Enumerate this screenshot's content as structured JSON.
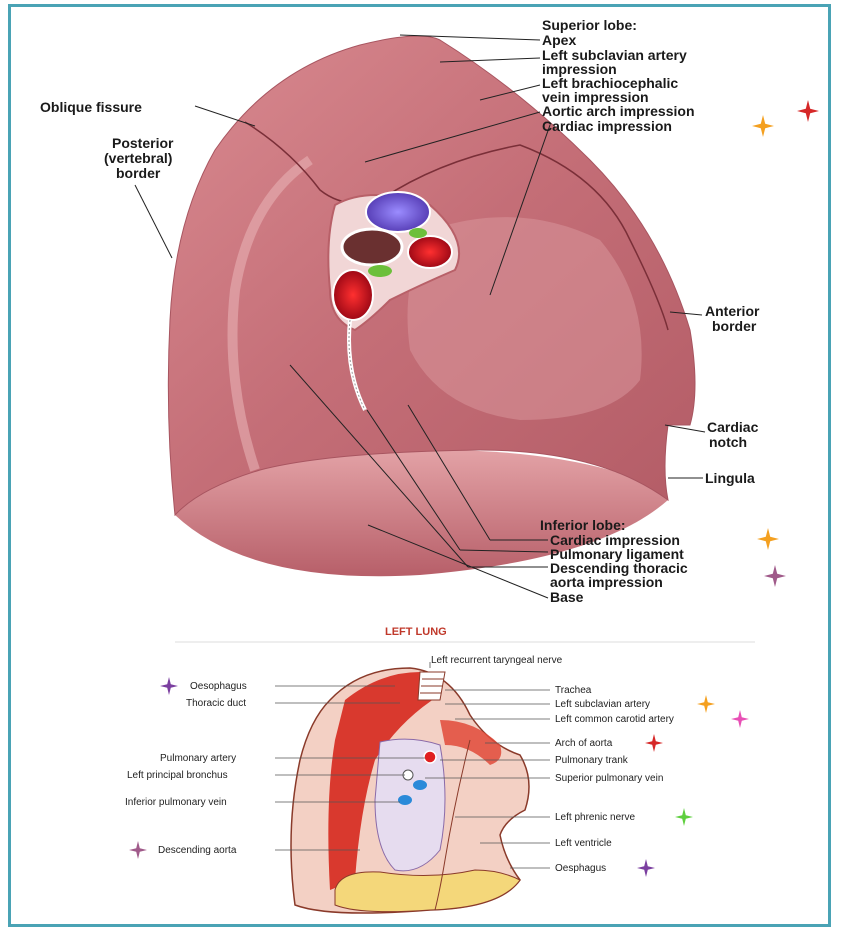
{
  "upper_figure": {
    "superior_lobe_heading": "Superior lobe:",
    "apex": "Apex",
    "left_subclavian_line1": "Left subclavian artery",
    "left_subclavian_line2": "impression",
    "left_brachio_line1": "Left brachiocephalic",
    "left_brachio_line2": "vein impression",
    "aortic_arch": "Aortic arch impression",
    "cardiac_sup": "Cardiac impression",
    "oblique_fissure": "Oblique fissure",
    "posterior_line1": "Posterior",
    "posterior_line2": "(vertebral)",
    "posterior_line3": "border",
    "anterior_line1": "Anterior",
    "anterior_line2": "border",
    "cardiac_notch_line1": "Cardiac",
    "cardiac_notch_line2": "notch",
    "lingula": "Lingula",
    "inferior_lobe_heading": "Inferior lobe:",
    "cardiac_inf": "Cardiac impression",
    "pulmonary_ligament": "Pulmonary ligament",
    "desc_line1": "Descending thoracic",
    "desc_line2": "aorta impression",
    "base": "Base"
  },
  "lower_figure": {
    "title": "LEFT LUNG",
    "left_recurrent": "Left recurrent taryngeal nerve",
    "oesophagus_left": "Oesophagus",
    "thoracic_duct": "Thoracic duct",
    "pulmonary_artery": "Pulmonary artery",
    "left_principal_bronchus": "Left principal bronchus",
    "inferior_pulmonary_vein": "Inferior pulmonary vein",
    "descending_aorta": "Descending aorta",
    "trachea": "Trachea",
    "left_subclavian_artery": "Left subclavian artery",
    "left_common_carotid": "Left common carotid artery",
    "arch_of_aorta": "Arch of aorta",
    "pulmonary_trank": "Pulmonary trank",
    "superior_pulmonary_vein": "Superior pulmonary vein",
    "left_phrenic_nerve": "Left phrenic nerve",
    "left_ventricle": "Left ventricle",
    "oesphagus_right": "Oesphagus"
  },
  "colors": {
    "frame": "#4aa3b5",
    "lung_surface": "#c9747c",
    "star_red": "#d62828",
    "star_orange": "#f4a020",
    "star_purple": "#7b3fa0",
    "star_mauve": "#a05a8a",
    "star_pink": "#e84fb5",
    "star_green": "#5fcf3f",
    "title_red": "#c0392b"
  },
  "icons": [
    "four-point-star-icon"
  ]
}
